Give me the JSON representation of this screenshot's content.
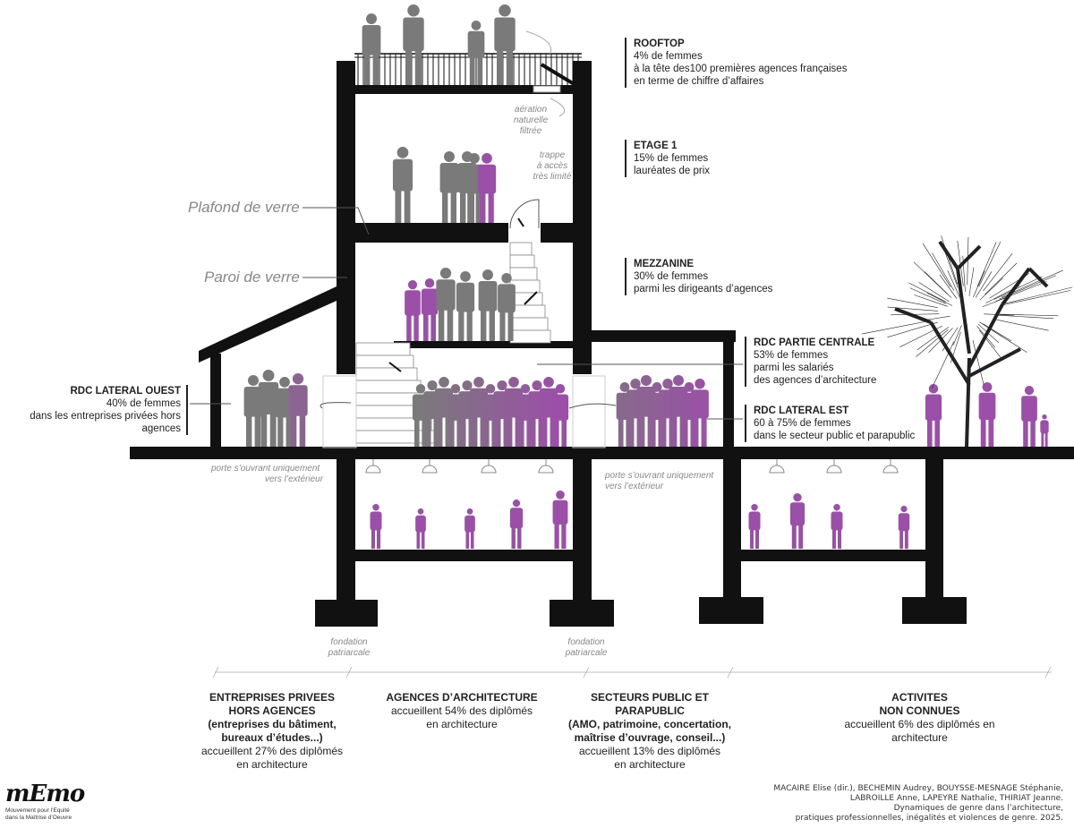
{
  "annotations": {
    "rooftop": {
      "title": "ROOFTOP",
      "lines": [
        "4% de femmes",
        "à la tête des100 premières agences françaises",
        "en terme de chiffre d’affaires"
      ]
    },
    "etage1": {
      "title": "ETAGE 1",
      "lines": [
        "15% de femmes",
        "lauréates de prix"
      ]
    },
    "mezzanine": {
      "title": "MEZZANINE",
      "lines": [
        "30% de femmes",
        "parmi les dirigeants d’agences"
      ]
    },
    "rdc_centrale": {
      "title": "RDC PARTIE CENTRALE",
      "lines": [
        "53% de femmes",
        "parmi les salariés",
        "des agences d’architecture"
      ]
    },
    "rdc_est": {
      "title": "RDC LATERAL EST",
      "lines": [
        "60 à 75% de femmes",
        "dans le secteur public et parapublic"
      ]
    },
    "rdc_ouest": {
      "title": "RDC LATERAL OUEST",
      "lines": [
        "40% de femmes",
        "dans les entreprises privées hors agences"
      ]
    }
  },
  "labels": {
    "plafond": "Plafond de verre",
    "paroi": "Paroi de verre",
    "aeration": [
      "aération",
      "naturelle",
      "filtrée"
    ],
    "trappe": [
      "trappe",
      "à accès",
      "très limité"
    ],
    "porte": [
      "porte s’ouvrant uniquement",
      "vers l’extérieur"
    ],
    "fondation": [
      "fondation",
      "patriarcale"
    ]
  },
  "sectors": [
    {
      "title": [
        "ENTREPRISES PRIVEES",
        "HORS AGENCES",
        "(entreprises du bâtiment,",
        "bureaux d’études...)"
      ],
      "text": [
        "accueillent 27% des diplômés",
        "en architecture"
      ]
    },
    {
      "title": [
        "AGENCES D’ARCHITECTURE"
      ],
      "text": [
        "accueillent 54% des diplômés",
        "en architecture"
      ]
    },
    {
      "title": [
        "SECTEURS PUBLIC ET",
        "PARAPUBLIC",
        "(AMO, patrimoine, concertation,",
        "maîtrise d’ouvrage, conseil...)"
      ],
      "text": [
        "accueillent 13% des diplômés",
        "en architecture"
      ]
    },
    {
      "title": [
        "ACTIVITES",
        "NON CONNUES"
      ],
      "text": [
        "accueillent 6% des diplômés en",
        "architecture"
      ]
    }
  ],
  "logo": {
    "name": "mEmo",
    "subtitle": [
      "Mouvement pour l’Equité",
      "dans la Maîtrise d’Oeuvre"
    ]
  },
  "credit": [
    "MACAIRE Elise (dir.), BECHEMIN Audrey, BOUYSSE-MESNAGE Stéphanie,",
    "LABROILLE Anne, LAPEYRE Nathalie, THIRIAT Jeanne.",
    "Dynamiques de genre dans l’architecture,",
    "pratiques professionnelles, inégalités et violences de genre. 2025."
  ],
  "colors": {
    "structure": "#111111",
    "men": "#7a7a7a",
    "women": "#9b4fa8",
    "label_gray": "#888888"
  }
}
